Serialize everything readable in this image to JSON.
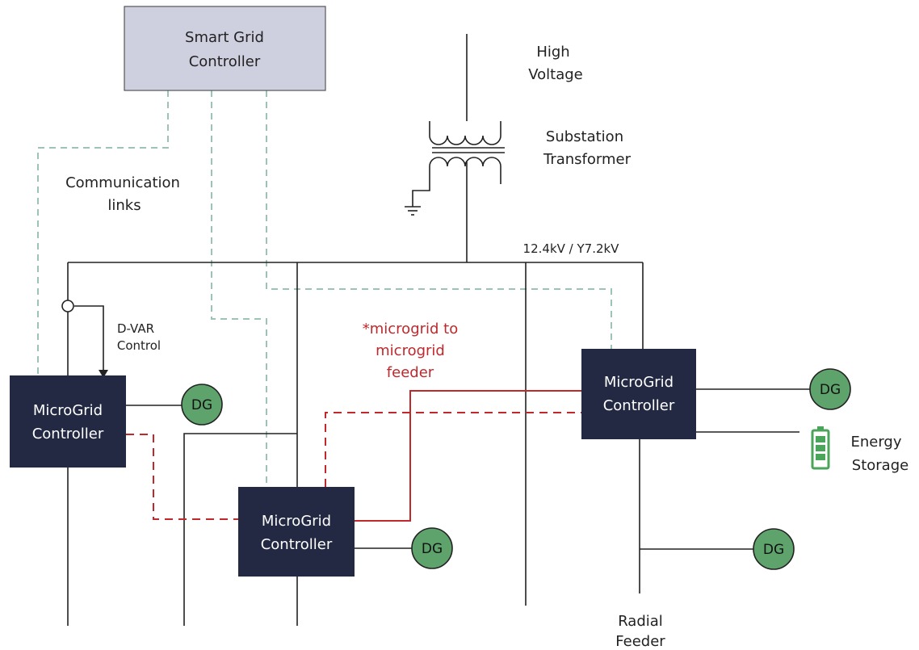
{
  "smart_grid_controller": {
    "line1": "Smart Grid",
    "line2": "Controller"
  },
  "high_voltage": {
    "line1": "High",
    "line2": "Voltage"
  },
  "transformer": {
    "line1": "Substation",
    "line2": "Transformer"
  },
  "bus_rating": "12.4kV / Y7.2kV",
  "comm_links": {
    "line1": "Communication",
    "line2": "links"
  },
  "dvar": {
    "line1": "D-VAR",
    "line2": "Control"
  },
  "mg_feeder": {
    "line1": "*microgrid to",
    "line2": "microgrid",
    "line3": "feeder"
  },
  "microgrid_controllers": [
    {
      "line1": "MicroGrid",
      "line2": "Controller"
    },
    {
      "line1": "MicroGrid",
      "line2": "Controller"
    },
    {
      "line1": "MicroGrid",
      "line2": "Controller"
    }
  ],
  "dg_label": "DG",
  "energy_storage": {
    "line1": "Energy",
    "line2": "Storage"
  },
  "radial_feeder": {
    "line1": "Radial",
    "line2": "Feeder"
  },
  "colors": {
    "controller_fill": "#232943",
    "smart_grid_fill": "#cfd0df",
    "dg_fill": "#5fa36c",
    "comm_dash": "#9cc4b4",
    "red": "#c0282c",
    "line": "#222222",
    "battery": "#4aa55a"
  }
}
